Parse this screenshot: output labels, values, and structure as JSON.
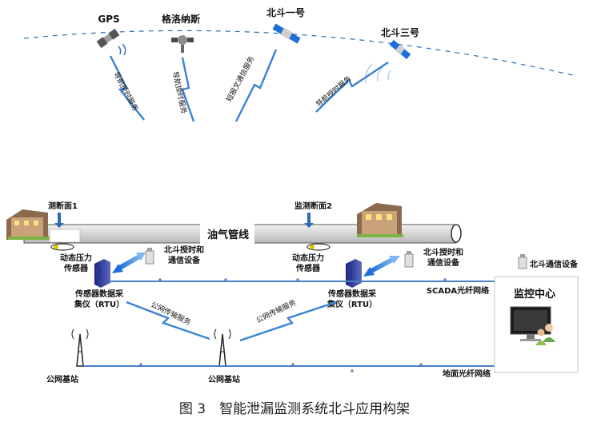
{
  "satellites": [
    {
      "name": "GPS",
      "service": "导航授时服务"
    },
    {
      "name": "格洛纳斯",
      "service": "导航授时服务"
    },
    {
      "name": "北斗一号",
      "service": "短报文通信服务"
    },
    {
      "name": "北斗三号",
      "service": "导航授时服务"
    }
  ],
  "pipeline_label": "油气管线",
  "section1_label": "测断面1",
  "section2_label": "监测断面2",
  "pressure_sensor_label": [
    "动态压力",
    "传感器"
  ],
  "beidou_device_label": [
    "北斗授时和",
    "通信设备"
  ],
  "rtu_label": [
    "传感器数据采",
    "集仪（RTU）"
  ],
  "center_device_label": "北斗通信设备",
  "center_label": "监控中心",
  "scada_label": "SCADA光纤网络",
  "public_service_label": "公网传输服务",
  "base_station_label": "公网基站",
  "ground_fiber_label": "地面光纤网络",
  "caption": "图 3　智能泄漏监测系统北斗应用构架"
}
